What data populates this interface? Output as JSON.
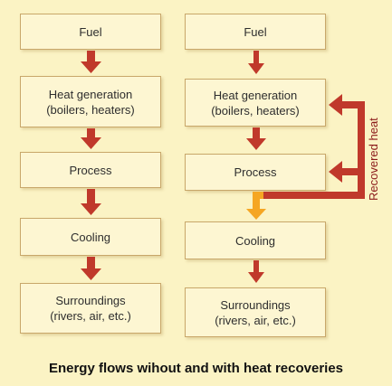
{
  "left_flow": {
    "fuel": "Fuel",
    "heat_generation": {
      "line1": "Heat generation",
      "line2": "(boilers, heaters)"
    },
    "process": "Process",
    "cooling": "Cooling",
    "surroundings": {
      "line1": "Surroundings",
      "line2": "(rivers, air, etc.)"
    }
  },
  "right_flow": {
    "fuel": "Fuel",
    "heat_generation": {
      "line1": "Heat generation",
      "line2": "(boilers, heaters)"
    },
    "process": "Process",
    "cooling": "Cooling",
    "surroundings": {
      "line1": "Surroundings",
      "line2": "(rivers, air, etc.)"
    }
  },
  "recovered_label": "Recovered heat",
  "caption": "Energy flows wihout and with heat recoveries",
  "colors": {
    "flow_arrow": "#c0392b",
    "recovery_arrow": "#c0392b",
    "cooling_arrow": "#f5a623",
    "box_fill": "#fdf6d2",
    "box_border": "#c8a76a",
    "background": "#fbf3c4"
  }
}
